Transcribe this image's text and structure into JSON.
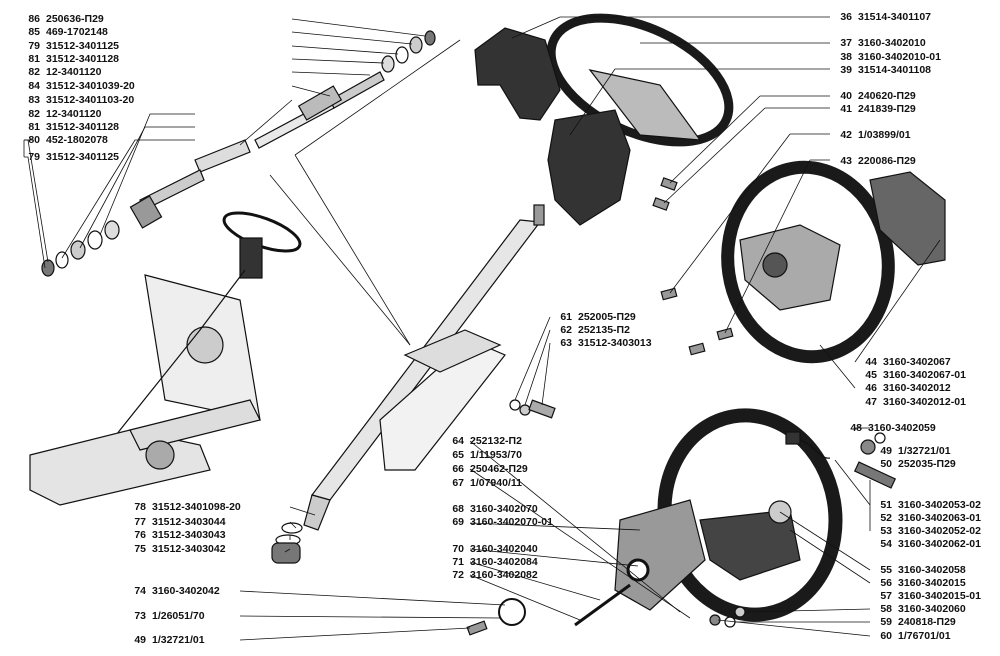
{
  "callouts": {
    "c86": {
      "num": "86",
      "code": "250636-П29"
    },
    "c85": {
      "num": "85",
      "code": "469-1702148"
    },
    "c79a": {
      "num": "79",
      "code": "31512-3401125"
    },
    "c81a": {
      "num": "81",
      "code": "31512-3401128"
    },
    "c82a": {
      "num": "82",
      "code": "12-3401120"
    },
    "c84": {
      "num": "84",
      "code": "31512-3401039-20"
    },
    "c83": {
      "num": "83",
      "code": "31512-3401103-20"
    },
    "c82b": {
      "num": "82",
      "code": "12-3401120"
    },
    "c81b": {
      "num": "81",
      "code": "31512-3401128"
    },
    "c80": {
      "num": "80",
      "code": "452-1802078"
    },
    "c79b": {
      "num": "79",
      "code": "31512-3401125"
    },
    "c36": {
      "num": "36",
      "code": "31514-3401107"
    },
    "c37": {
      "num": "37",
      "code": "3160-3402010"
    },
    "c38": {
      "num": "38",
      "code": "3160-3402010-01"
    },
    "c39": {
      "num": "39",
      "code": "31514-3401108"
    },
    "c40": {
      "num": "40",
      "code": "240620-П29"
    },
    "c41": {
      "num": "41",
      "code": "241839-П29"
    },
    "c42": {
      "num": "42",
      "code": "1/03899/01"
    },
    "c43": {
      "num": "43",
      "code": "220086-П29"
    },
    "c44": {
      "num": "44",
      "code": "3160-3402067"
    },
    "c45": {
      "num": "45",
      "code": "3160-3402067-01"
    },
    "c46": {
      "num": "46",
      "code": "3160-3402012"
    },
    "c47": {
      "num": "47",
      "code": "3160-3402012-01"
    },
    "c48": {
      "num": "48",
      "code": "3160-3402059"
    },
    "c49a": {
      "num": "49",
      "code": "1/32721/01"
    },
    "c50": {
      "num": "50",
      "code": "252035-П29"
    },
    "c51": {
      "num": "51",
      "code": "3160-3402053-02"
    },
    "c52": {
      "num": "52",
      "code": "3160-3402063-01"
    },
    "c53": {
      "num": "53",
      "code": "3160-3402052-02"
    },
    "c54": {
      "num": "54",
      "code": "3160-3402062-01"
    },
    "c55": {
      "num": "55",
      "code": "3160-3402058"
    },
    "c56": {
      "num": "56",
      "code": "3160-3402015"
    },
    "c57": {
      "num": "57",
      "code": "3160-3402015-01"
    },
    "c58": {
      "num": "58",
      "code": "3160-3402060"
    },
    "c59": {
      "num": "59",
      "code": "240818-П29"
    },
    "c60": {
      "num": "60",
      "code": "1/76701/01"
    },
    "c61": {
      "num": "61",
      "code": "252005-П29"
    },
    "c62": {
      "num": "62",
      "code": "252135-П2"
    },
    "c63": {
      "num": "63",
      "code": "31512-3403013"
    },
    "c64": {
      "num": "64",
      "code": "252132-П2"
    },
    "c65": {
      "num": "65",
      "code": "1/11953/70"
    },
    "c66": {
      "num": "66",
      "code": "250462-П29"
    },
    "c67": {
      "num": "67",
      "code": "1/07940/11"
    },
    "c68": {
      "num": "68",
      "code": "3160-3402070"
    },
    "c69": {
      "num": "69",
      "code": "3160-3402070-01"
    },
    "c70": {
      "num": "70",
      "code": "3160-3402040"
    },
    "c71": {
      "num": "71",
      "code": "3160-3402084"
    },
    "c72": {
      "num": "72",
      "code": "3160-3402082"
    },
    "c74": {
      "num": "74",
      "code": "3160-3402042"
    },
    "c73": {
      "num": "73",
      "code": "1/26051/70"
    },
    "c49b": {
      "num": "49",
      "code": "1/32721/01"
    },
    "c78": {
      "num": "78",
      "code": "31512-3401098-20"
    },
    "c77": {
      "num": "77",
      "code": "31512-3403044"
    },
    "c76": {
      "num": "76",
      "code": "31512-3403043"
    },
    "c75": {
      "num": "75",
      "code": "31512-3403042"
    }
  }
}
